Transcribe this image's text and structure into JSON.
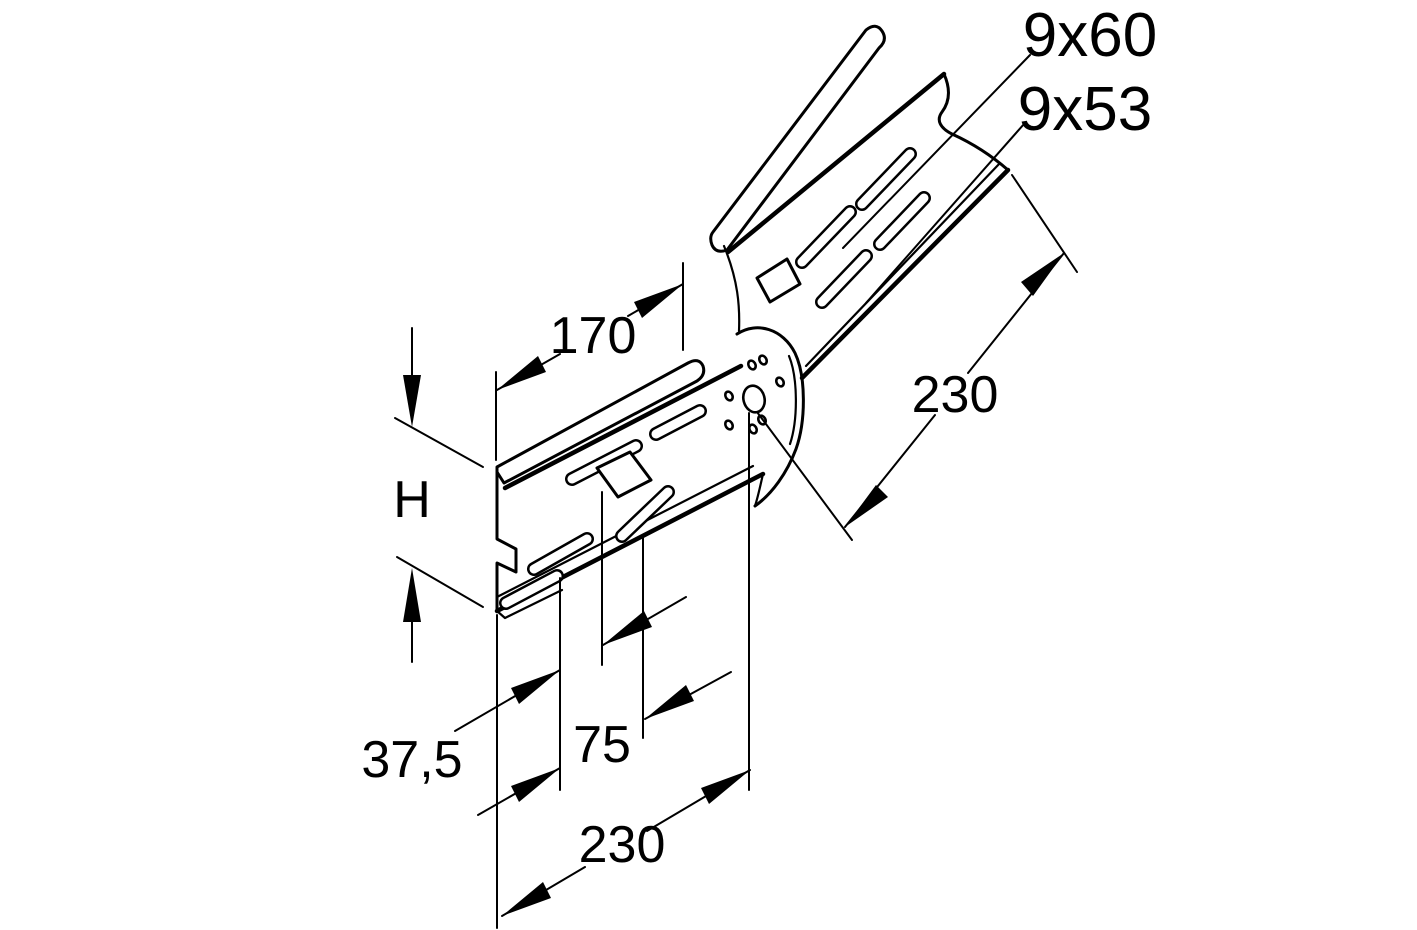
{
  "drawing": {
    "title": "angle-adjustable cable tray connector - dimensioned isometric drawing",
    "background": "#ffffff",
    "line_color": "#000000",
    "labels": {
      "slot_long": "9x60",
      "slot_short": "9x53",
      "flange_length": "170",
      "upper_arm_length": "230",
      "height": "H",
      "end_offset": "37,5",
      "slot_pitch": "75",
      "lower_arm_length": "230"
    }
  }
}
